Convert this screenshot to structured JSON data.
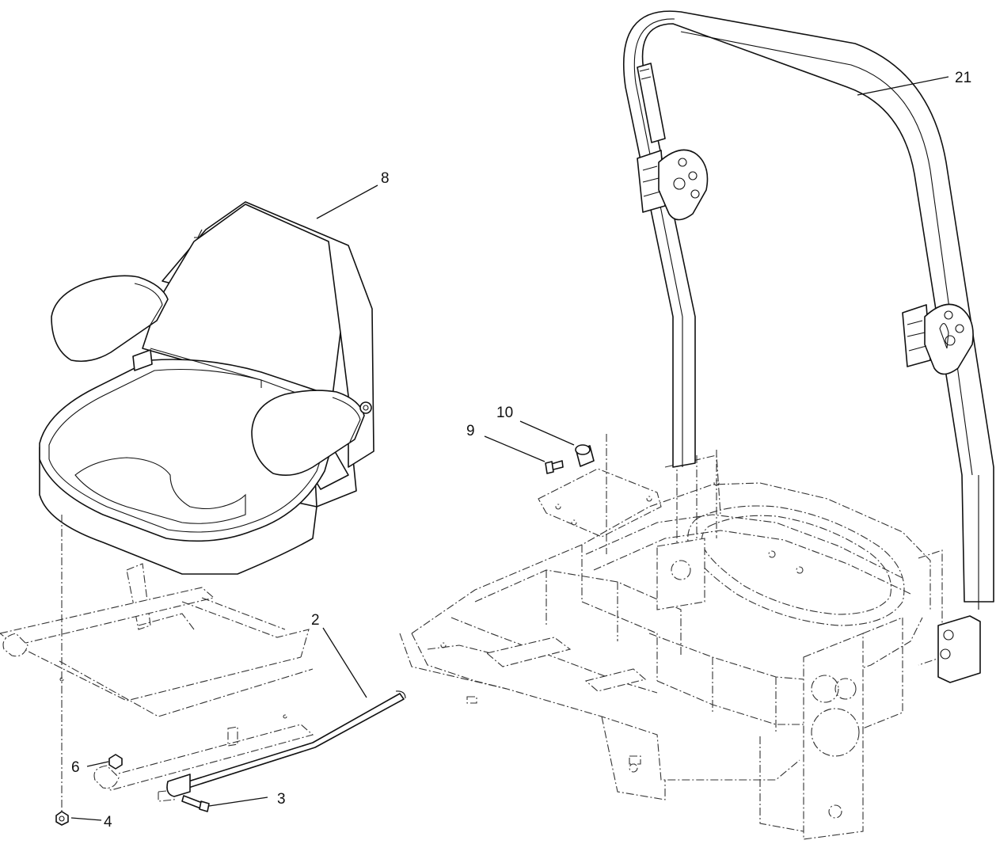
{
  "diagram": {
    "type": "exploded parts diagram",
    "callouts": [
      {
        "id": "21",
        "label": "21",
        "part": "roll bar"
      },
      {
        "id": "8",
        "label": "8",
        "part": "seat"
      },
      {
        "id": "10",
        "label": "10",
        "part": "spacer"
      },
      {
        "id": "9",
        "label": "9",
        "part": "bolt"
      },
      {
        "id": "2",
        "label": "2",
        "part": "rod"
      },
      {
        "id": "6",
        "label": "6",
        "part": "nut"
      },
      {
        "id": "3",
        "label": "3",
        "part": "bolt"
      },
      {
        "id": "4",
        "label": "4",
        "part": "nut"
      }
    ]
  }
}
